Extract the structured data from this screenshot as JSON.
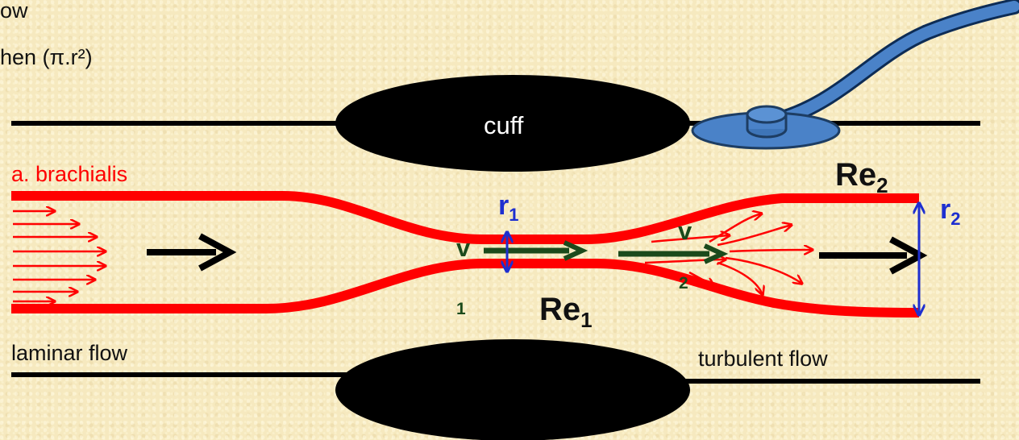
{
  "header": {
    "line1": "ow",
    "line2": "hen (π.r²)"
  },
  "labels": {
    "cuff": "cuff",
    "artery": "a. brachialis",
    "laminar": "laminar flow",
    "turbulent": "turbulent flow",
    "re1_main": "Re",
    "re1_sub": "1",
    "re2_main": "Re",
    "re2_sub": "2",
    "r1_main": "r",
    "r1_sub": "1",
    "r2_main": "r",
    "r2_sub": "2",
    "v1_main": "v",
    "v1_sub": "1",
    "v2_main": "v",
    "v2_sub": "2"
  },
  "colors": {
    "vessel": "#ff0000",
    "cuff": "#000000",
    "radius_arrow": "#1e2fd0",
    "velocity_arrow": "#1b4a1b",
    "stethoscope": "#4a82c8"
  },
  "icons": {
    "stethoscope": "stethoscope-icon"
  }
}
